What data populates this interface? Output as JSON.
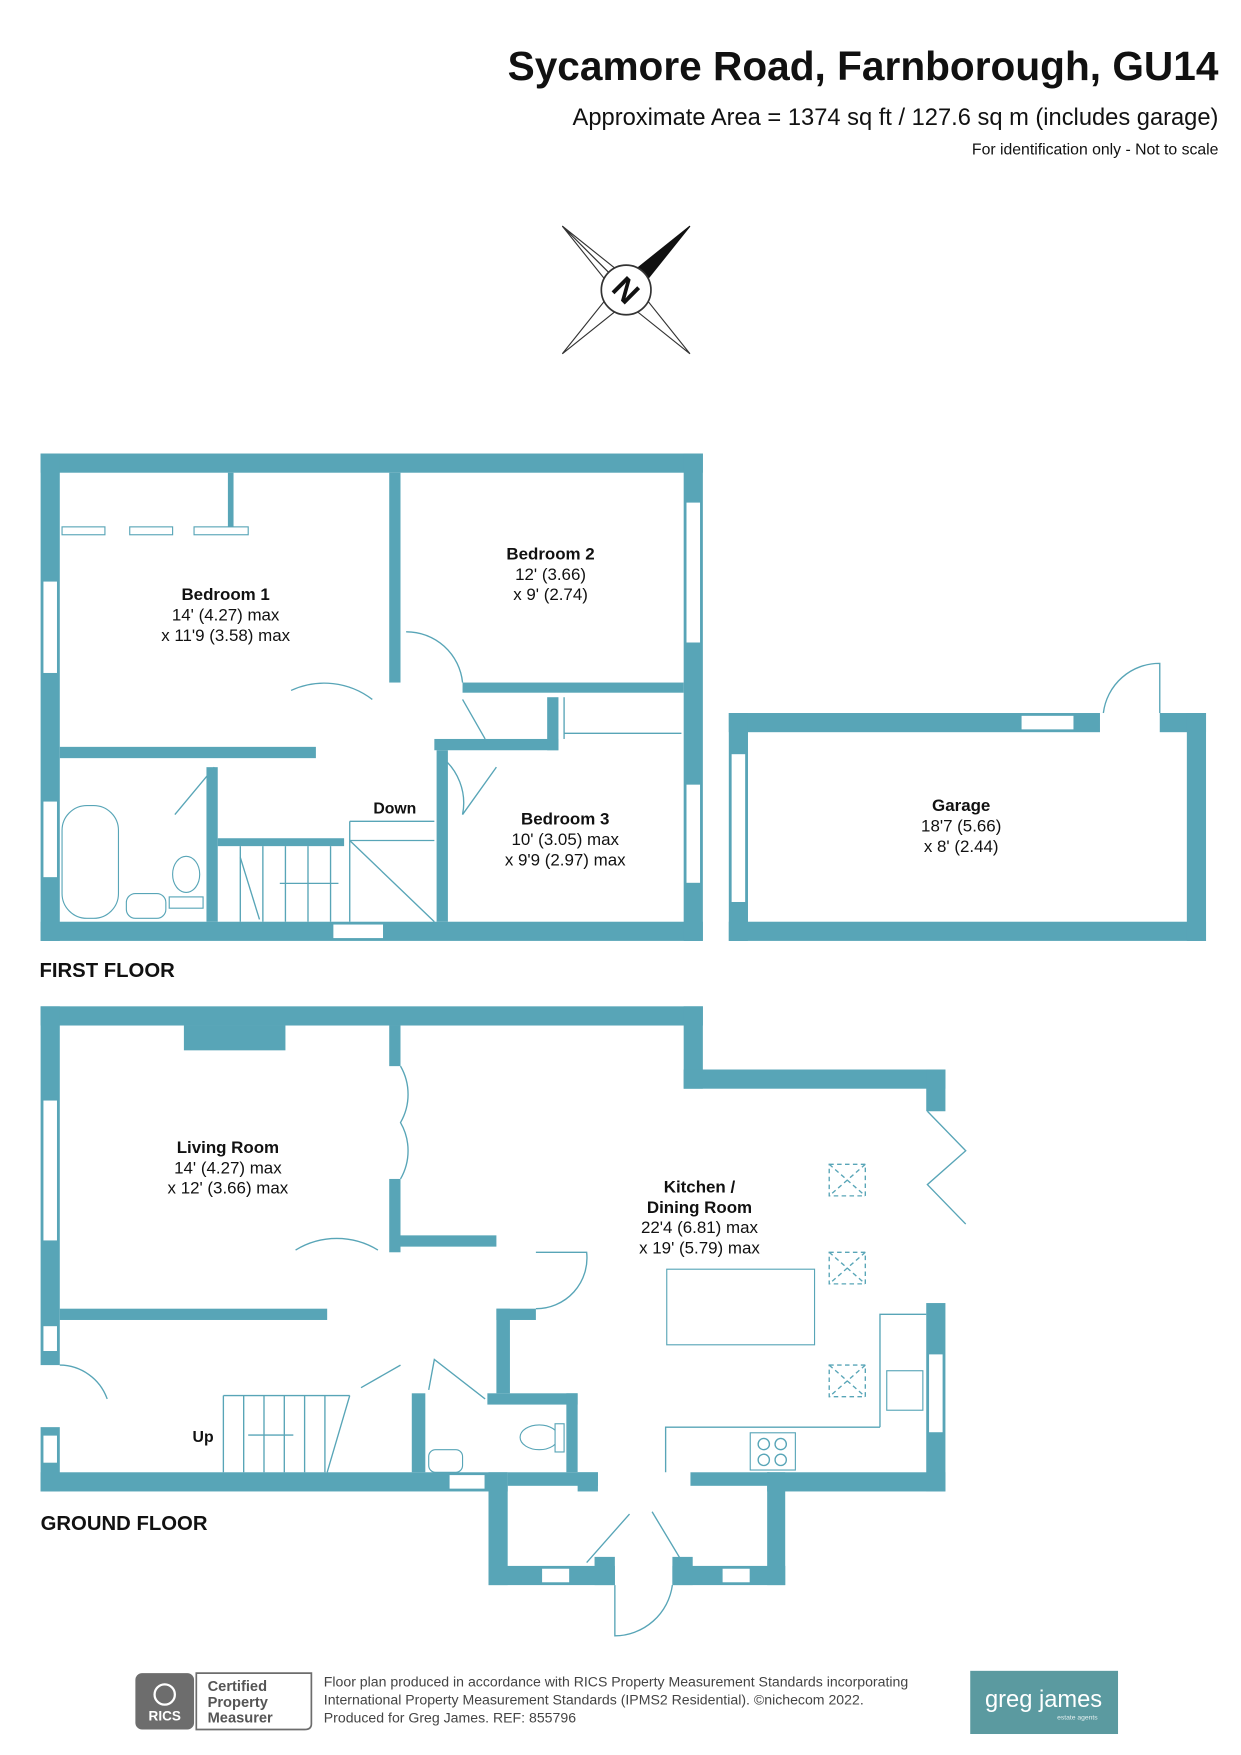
{
  "header": {
    "title": "Sycamore Road, Farnborough, GU14",
    "area": "Approximate Area = 1374 sq ft / 127.6 sq m (includes garage)",
    "note": "For identification only - Not to scale"
  },
  "compass": {
    "label": "N",
    "icon": "north-arrow-icon"
  },
  "colors": {
    "wall": "#58a5b7",
    "logo_bg": "#5b9aa0",
    "rics_grey": "#6d6d6d"
  },
  "first_floor": {
    "label": "FIRST FLOOR",
    "rooms": [
      {
        "name": "Bedroom 1",
        "dim1": "14' (4.27) max",
        "dim2": "x 11'9 (3.58) max"
      },
      {
        "name": "Bedroom 2",
        "dim1": "12' (3.66)",
        "dim2": "x 9' (2.74)"
      },
      {
        "name": "Bedroom 3",
        "dim1": "10' (3.05) max",
        "dim2": "x 9'9 (2.97) max"
      },
      {
        "name": "Garage",
        "dim1": "18'7 (5.66)",
        "dim2": "x 8' (2.44)"
      }
    ],
    "stairs_label": "Down"
  },
  "ground_floor": {
    "label": "GROUND FLOOR",
    "rooms": [
      {
        "name": "Living Room",
        "dim1": "14' (4.27) max",
        "dim2": "x 12' (3.66) max"
      },
      {
        "name": "Kitchen /",
        "name2": "Dining Room",
        "dim1": "22'4 (6.81) max",
        "dim2": "x 19' (5.79) max"
      }
    ],
    "stairs_label": "Up"
  },
  "footer": {
    "rics": {
      "logo_text": "RICS",
      "line1": "Certified",
      "line2": "Property",
      "line3": "Measurer"
    },
    "text1": "Floor plan produced in accordance with RICS Property Measurement Standards incorporating",
    "text2": "International Property Measurement Standards (IPMS2 Residential).  ©nichecom 2022.",
    "text3": "Produced for Greg James.   REF:  855796",
    "agent_logo": {
      "name": "greg james",
      "tagline": "estate agents"
    }
  }
}
